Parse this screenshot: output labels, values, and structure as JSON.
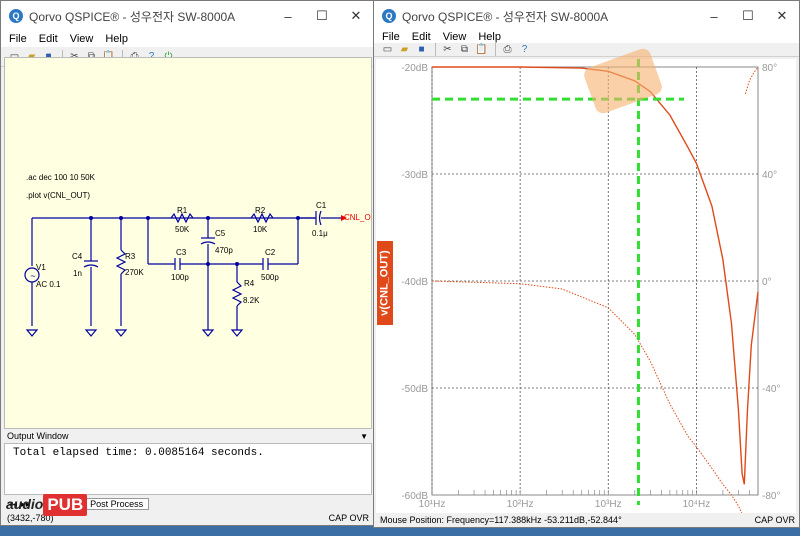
{
  "left_window": {
    "title": "Qorvo QSPICE® - 성우전자 SW-8000A",
    "menu": [
      "File",
      "Edit",
      "View",
      "Help"
    ],
    "schematic": {
      "directives": [
        ".ac dec 100 10 50K",
        ".plot v(CNL_OUT)"
      ],
      "components": {
        "V1": {
          "name": "V1",
          "value": "AC 0.1"
        },
        "C4": {
          "name": "C4",
          "value": "1n"
        },
        "R3": {
          "name": "R3",
          "value": "270K"
        },
        "R1": {
          "name": "R1",
          "value": "50K"
        },
        "C5": {
          "name": "C5",
          "value": "470p"
        },
        "C3": {
          "name": "C3",
          "value": "100p"
        },
        "R2": {
          "name": "R2",
          "value": "10K"
        },
        "C2": {
          "name": "C2",
          "value": "500p"
        },
        "R4": {
          "name": "R4",
          "value": "8.2K"
        },
        "C1": {
          "name": "C1",
          "value": "0.1μ"
        }
      },
      "net_label": "CNL_OUT"
    },
    "output_window": {
      "header": "Output Window",
      "text": "Total elapsed time: 0.0085164 seconds."
    },
    "tab": "Post Process",
    "status": "(3432,-780)",
    "status_right": "CAP OVR"
  },
  "right_window": {
    "title": "Qorvo QSPICE® - 성우전자 SW-8000A",
    "menu": [
      "File",
      "Edit",
      "View",
      "Help"
    ],
    "trace_label": "v(CNL_OUT)",
    "status": "Mouse Position: Frequency=117.388kHz  -53.211dB,-52.844°",
    "status_right": "CAP OVR"
  },
  "watermark": {
    "prefix": "audio",
    "brand": "PUB"
  },
  "colors": {
    "trace": "#e04a1a",
    "cursor": "#33dd33",
    "schematic_bg": "#ffffe1",
    "wire": "#0000a0"
  },
  "chart_data": {
    "type": "line",
    "xscale": "log",
    "xlim": [
      10,
      50000
    ],
    "x_ticks": [
      "10¹Hz",
      "10²Hz",
      "10³Hz",
      "10⁴Hz"
    ],
    "y_left_ticks": [
      "-20dB",
      "-30dB",
      "-40dB",
      "-50dB",
      "-60dB"
    ],
    "y_right_ticks": [
      "80°",
      "40°",
      "0°",
      "-40°",
      "-80°"
    ],
    "ylim_left": [
      -60,
      -20
    ],
    "ylim_right": [
      -80,
      80
    ],
    "grid": true,
    "series": [
      {
        "name": "magnitude",
        "axis": "left",
        "style": "solid",
        "x": [
          10,
          100,
          500,
          1000,
          2000,
          3000,
          5000,
          8000,
          10000,
          15000,
          20000,
          25000,
          30000,
          33000,
          35000,
          38000,
          42000,
          50000
        ],
        "y": [
          -20,
          -20,
          -20.1,
          -20.4,
          -21.3,
          -22.3,
          -24.5,
          -27.5,
          -29,
          -33,
          -38,
          -44,
          -52,
          -58,
          -59,
          -52,
          -46,
          -41
        ]
      },
      {
        "name": "phase",
        "axis": "right",
        "style": "dotted",
        "x": [
          10,
          100,
          300,
          1000,
          2000,
          3000,
          5000,
          8000,
          10000,
          15000,
          20000,
          25000,
          30000,
          33000,
          35000,
          36000,
          40000,
          45000,
          50000
        ],
        "y": [
          0,
          -1,
          -3,
          -10,
          -20,
          -30,
          -46,
          -58,
          -62,
          -70,
          -76,
          -80,
          -84,
          -87,
          -88,
          70,
          75,
          78,
          80
        ]
      }
    ],
    "cursor": {
      "x_freq": 2200,
      "y_db": -23
    }
  }
}
